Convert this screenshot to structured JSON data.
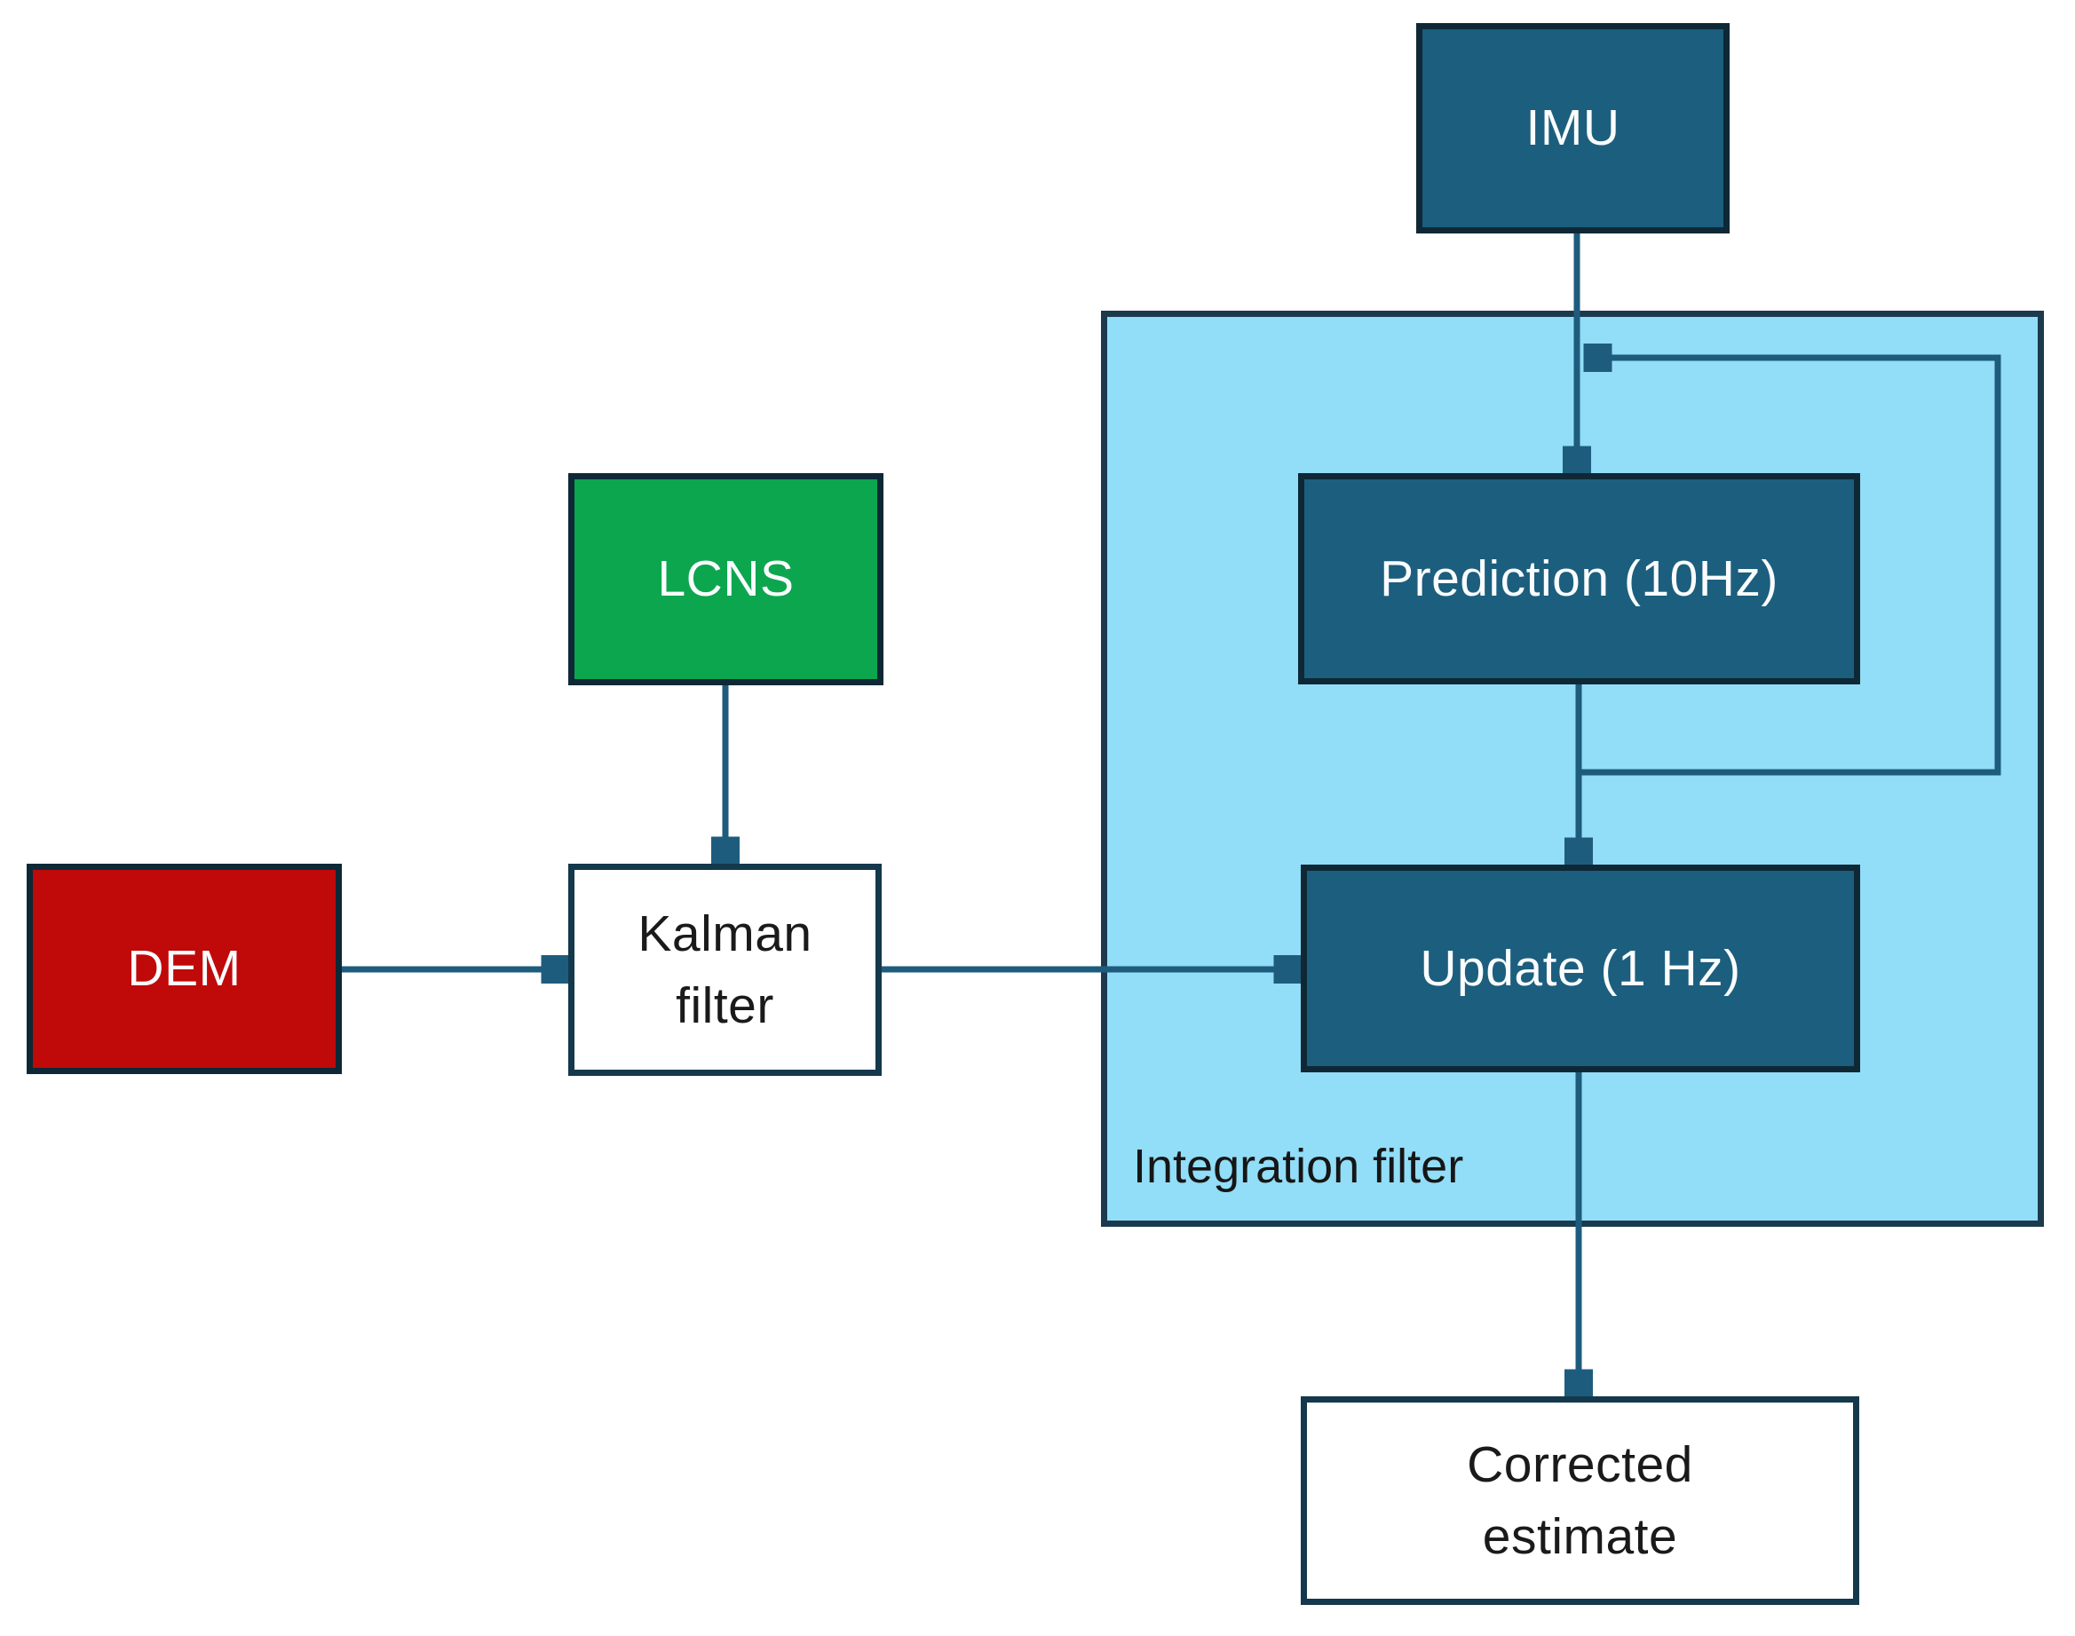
{
  "diagram": {
    "type": "flowchart",
    "nodes": {
      "imu": {
        "label": "IMU",
        "fill": "#1C5E7E",
        "text_color": "#FFFFFF"
      },
      "lcns": {
        "label": "LCNS",
        "fill": "#0CA64F",
        "text_color": "#FFFFFF"
      },
      "dem": {
        "label": "DEM",
        "fill": "#C00909",
        "text_color": "#FFFFFF"
      },
      "kalman": {
        "label": "Kalman filter",
        "line1": "Kalman",
        "line2": "filter",
        "fill": "#FFFFFF",
        "text_color": "#1A1A1A"
      },
      "prediction": {
        "label": "Prediction (10Hz)",
        "fill": "#1C5E7E",
        "text_color": "#FFFFFF"
      },
      "update": {
        "label": "Update (1 Hz)",
        "fill": "#1C5E7E",
        "text_color": "#FFFFFF"
      },
      "corrected": {
        "label": "Corrected estimate",
        "line1": "Corrected",
        "line2": "estimate",
        "fill": "#FFFFFF",
        "text_color": "#1A1A1A"
      }
    },
    "container": {
      "label": "Integration filter",
      "fill": "#92DDF7",
      "border_color": "#1B3A4D",
      "contains": [
        "Prediction (10Hz)",
        "Update (1 Hz)"
      ]
    },
    "edges": [
      {
        "from": "IMU",
        "to": "Prediction (10Hz)"
      },
      {
        "from": "LCNS",
        "to": "Kalman filter"
      },
      {
        "from": "DEM",
        "to": "Kalman filter"
      },
      {
        "from": "Kalman filter",
        "to": "Update (1 Hz)"
      },
      {
        "from": "Prediction (10Hz)",
        "to": "Update (1 Hz)"
      },
      {
        "from": "Prediction (10Hz)",
        "to": "Prediction (10Hz)",
        "via": "feedback loop rejoining IMU input line"
      },
      {
        "from": "Update (1 Hz)",
        "to": "Corrected estimate"
      }
    ],
    "colors": {
      "connector": "#1E5C7E",
      "box_border": "#0E2836",
      "white_box_border": "#14384C",
      "container_border": "#1B3A4D",
      "container_fill": "#92DDF7",
      "dark_box_fill": "#1C5E7E",
      "green_fill": "#0CA64F",
      "red_fill": "#C00909",
      "background": "#FFFFFF"
    }
  }
}
